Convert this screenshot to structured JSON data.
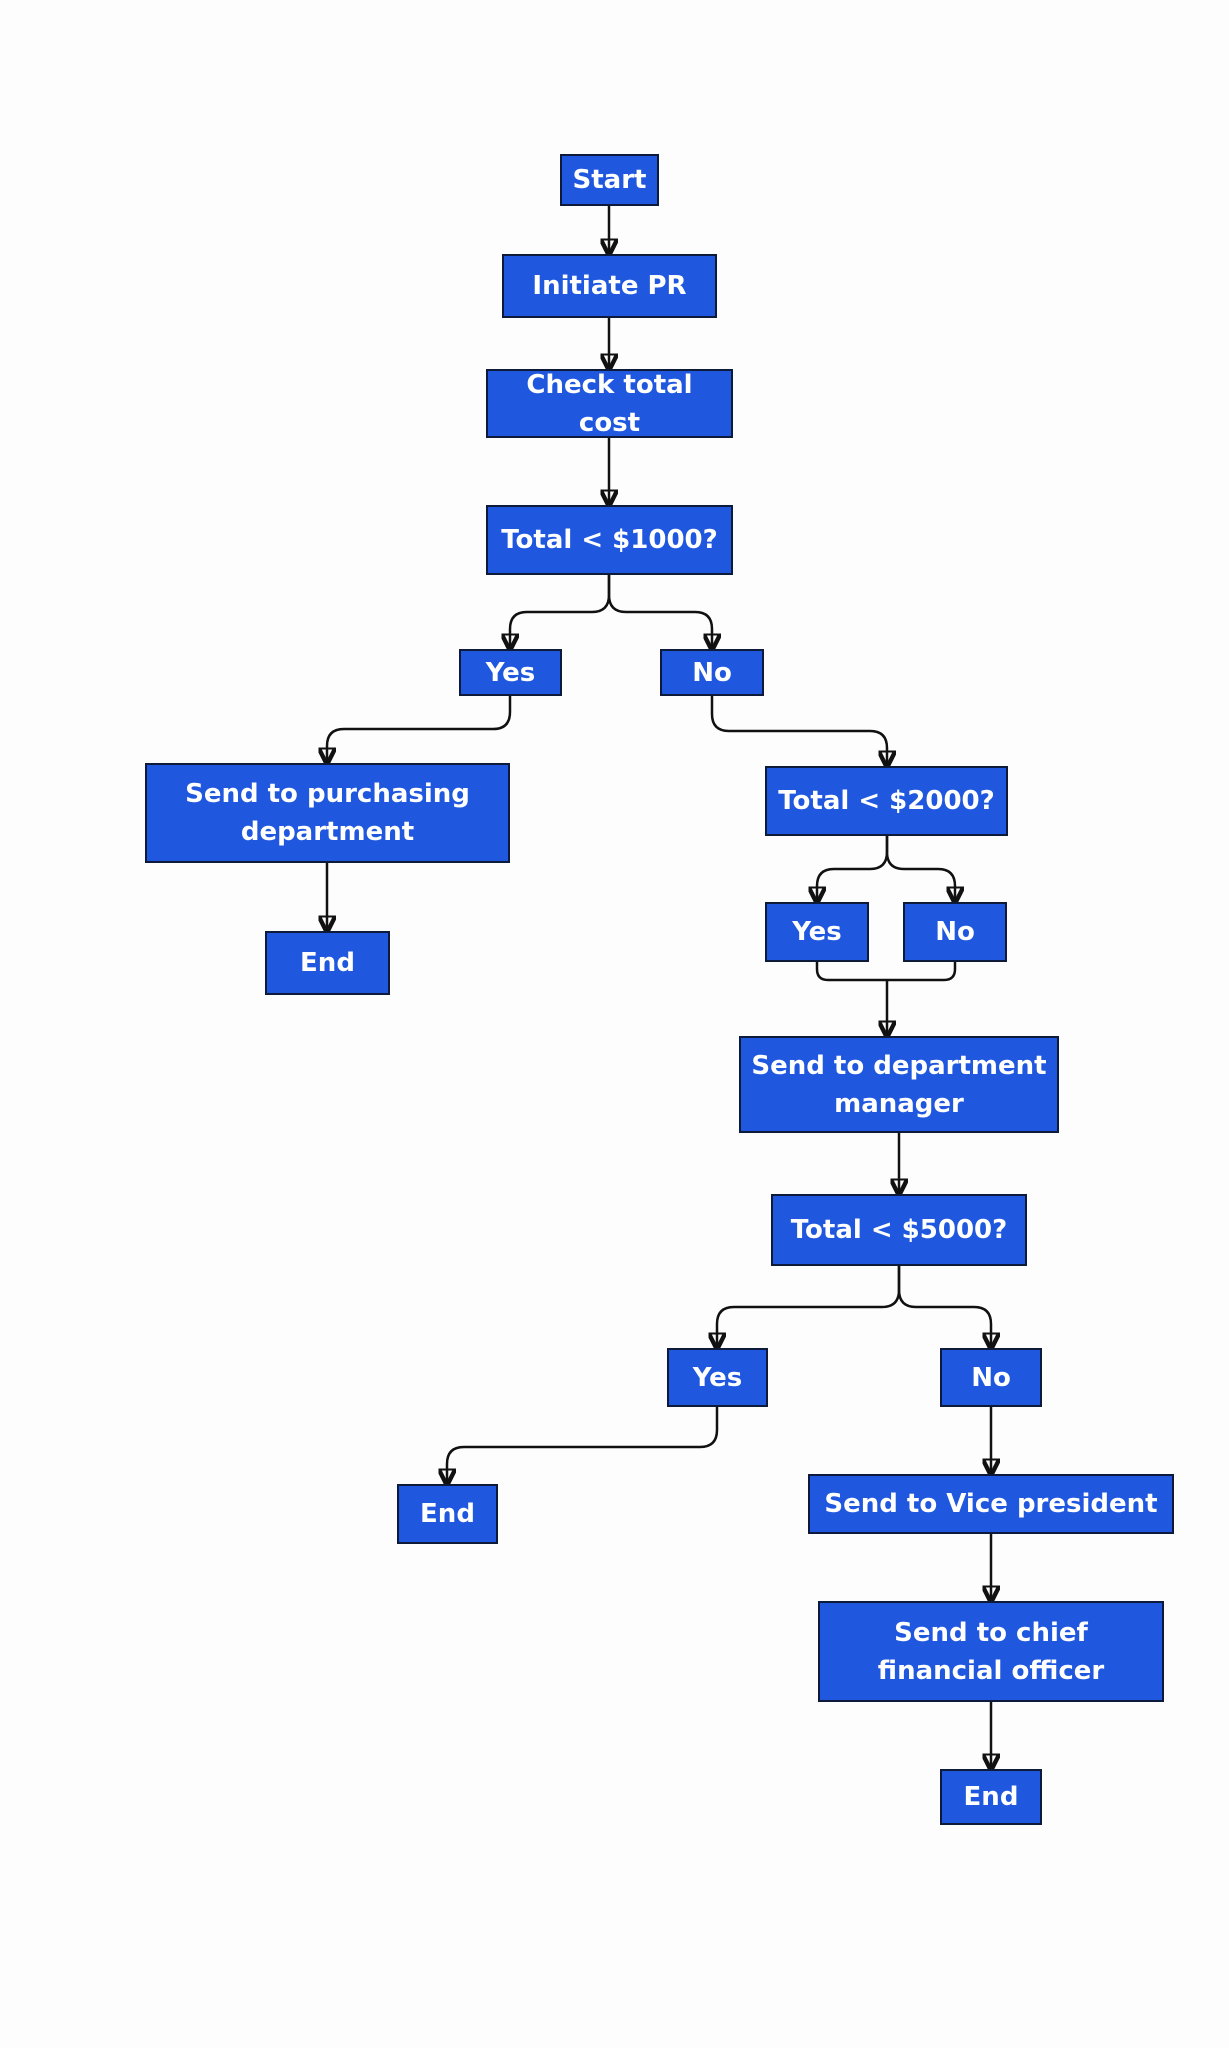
{
  "nodes": {
    "start": "Start",
    "initiate_pr": "Initiate PR",
    "check_total_cost": "Check total cost",
    "decision_1000": "Total < $1000?",
    "yes_1000": "Yes",
    "no_1000": "No",
    "send_purchasing": "Send to purchasing department",
    "end_purchasing": "End",
    "decision_2000": "Total < $2000?",
    "yes_2000": "Yes",
    "no_2000": "No",
    "send_dept_manager": "Send to department manager",
    "decision_5000": "Total < $5000?",
    "yes_5000": "Yes",
    "no_5000": "No",
    "end_manager": "End",
    "send_vp": "Send to Vice president",
    "send_cfo": "Send to chief financial officer",
    "end_cfo": "End"
  },
  "colors": {
    "node_fill": "#1f57de",
    "node_border": "#0d1a3a",
    "node_text": "#ffffff",
    "edge": "#111111",
    "background": "#fdfdfd"
  }
}
